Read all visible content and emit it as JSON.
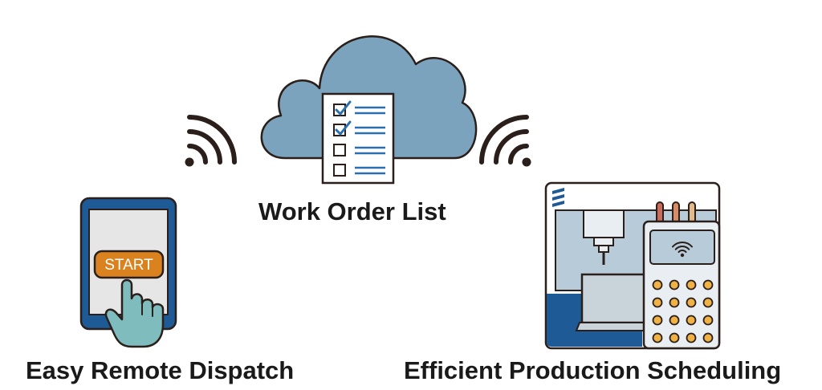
{
  "captions": {
    "cloud": "Work Order List",
    "tablet": "Easy Remote Dispatch",
    "machine": "Efficient Production Scheduling"
  },
  "tablet": {
    "button_label": "START"
  },
  "checklist": {
    "checked": [
      true,
      true,
      false,
      false
    ]
  },
  "colors": {
    "outline": "#2a1f1a",
    "cloud": "#7ba3be",
    "check": "#2a6fb0",
    "tablet_frame": "#1e5a96",
    "start_button": "#d9821f",
    "hand": "#7fbcbd",
    "machine_blue": "#1e5a96",
    "machine_light": "#b8cbd9",
    "keypad": "#f0b245"
  },
  "icons": [
    "cloud-icon",
    "checklist-icon",
    "wifi-signal-icon",
    "tablet-icon",
    "hand-pointer-icon",
    "cnc-machine-icon"
  ]
}
